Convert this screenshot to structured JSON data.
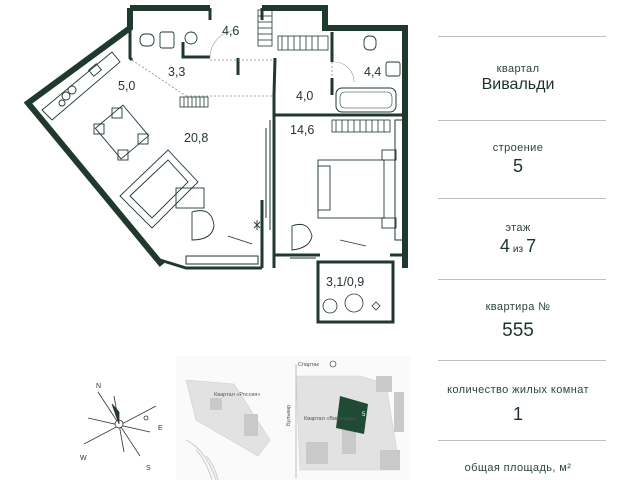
{
  "rooms": [
    {
      "key": "r1",
      "label": "4,6"
    },
    {
      "key": "r2",
      "label": "3,3"
    },
    {
      "key": "r3",
      "label": "5,0"
    },
    {
      "key": "r4",
      "label": "4,4"
    },
    {
      "key": "r5",
      "label": "4,0"
    },
    {
      "key": "r6",
      "label": "14,6"
    },
    {
      "key": "r7",
      "label": "20,8"
    },
    {
      "key": "r8",
      "label": "3,1/0,9"
    }
  ],
  "info": {
    "quarter_label": "квартал",
    "quarter_value": "Вивальди",
    "building_label": "строение",
    "building_value": "5",
    "floor_label": "этаж",
    "floor_value": "4",
    "floor_of": "из",
    "floor_total": "7",
    "apartment_label": "квартира №",
    "apartment_value": "555",
    "rooms_label": "количество жилых комнат",
    "rooms_value": "1",
    "total_area_label": "общая площадь, м²"
  },
  "map": {
    "metro": "Спартак",
    "metro_icon": "metro-icon",
    "quarter_russia": "Квартал «Россия»",
    "quarter_vivaldi": "Квартал «Вивальди»",
    "boulevard": "Бульвар",
    "building_marker": "5"
  },
  "compass": {
    "n": "N",
    "e": "E",
    "w": "W",
    "s": "S"
  },
  "colors": {
    "brand": "#1f3a2c",
    "wall": "#1f3a2c",
    "accent_box": "#1f4a33"
  }
}
